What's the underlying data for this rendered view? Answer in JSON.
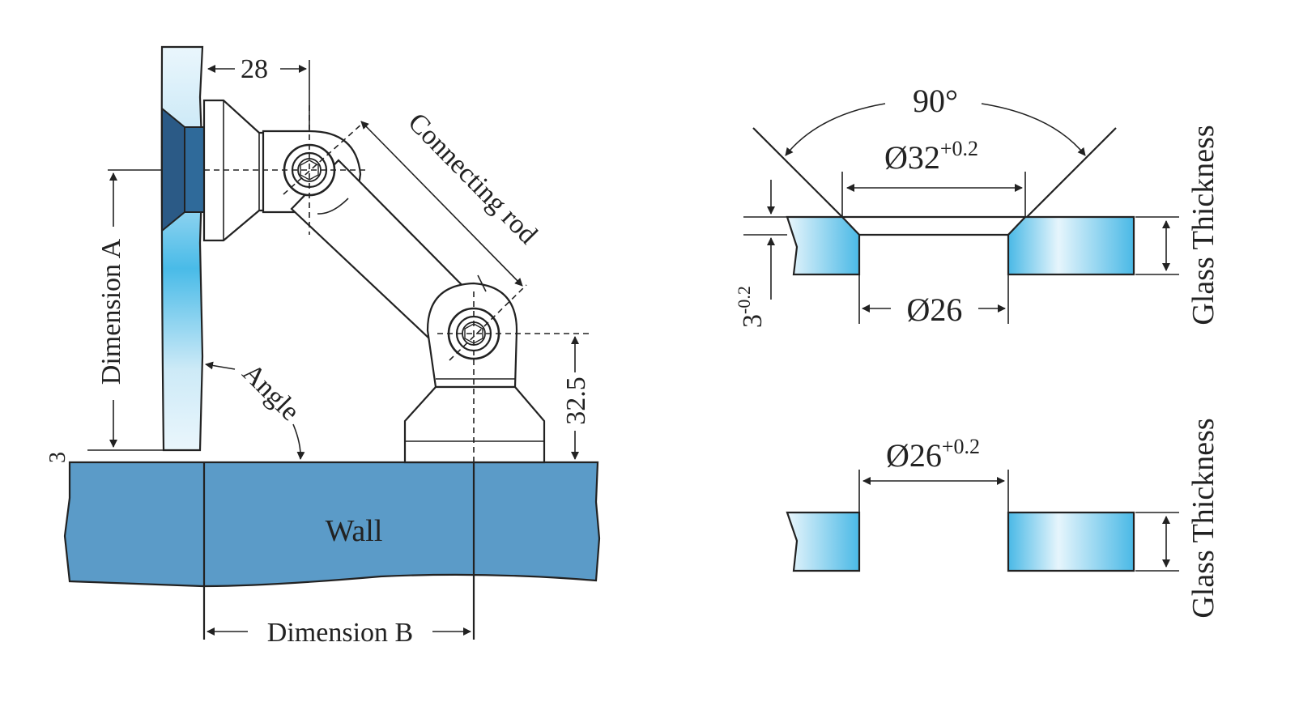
{
  "labels": {
    "dim_28": "28",
    "connecting_rod": "Connecting rod",
    "dimension_a": "Dimension A",
    "angle": "Angle",
    "dim_32_5": "32.5",
    "dim_3": "3",
    "wall": "Wall",
    "dimension_b": "Dimension B",
    "angle_90": "90°",
    "dia_32_base": "Ø32",
    "dia_32_tol": "+0.2",
    "dia_26": "Ø26",
    "depth_base": "3",
    "depth_tol": "-0.2",
    "glass_thickness_top": "Glass Thickness",
    "dia_26b_base": "Ø26",
    "dia_26b_tol": "+0.2",
    "glass_thickness_bottom": "Glass Thickness"
  },
  "colors": {
    "wall": "#5b9bc8",
    "glass_light": "#e8f5fc",
    "glass_mid": "#47b9e6",
    "glass_dark": "#2b5a86",
    "line": "#222222"
  },
  "icons": {
    "arrow": "arrowhead",
    "bolt": "hex-socket-bolt"
  }
}
